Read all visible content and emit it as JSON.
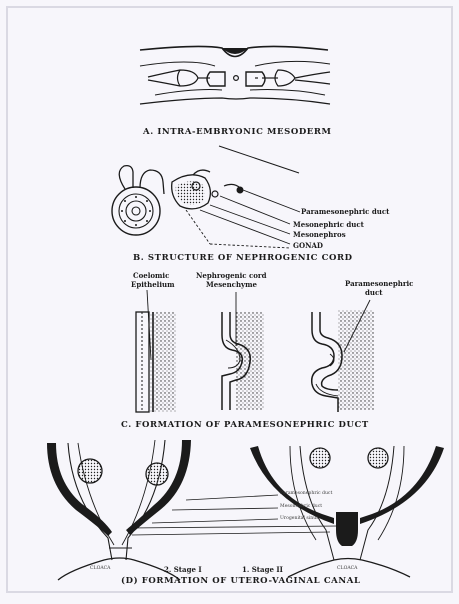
{
  "panel_a": {
    "caption": "A. INTRA-EMBRYONIC MESODERM"
  },
  "panel_b": {
    "caption": "B. STRUCTURE OF NEPHROGENIC CORD",
    "labels": [
      "Paramesonephric duct",
      "Mesonephric duct",
      "Mesonephros",
      "GONAD"
    ]
  },
  "panel_c": {
    "caption": "C. FORMATION OF PARAMESONEPHRIC DUCT",
    "label_coelomic_1": "Coelomic",
    "label_coelomic_2": "Epithelium",
    "label_nephro_1": "Nephrogenic cord",
    "label_nephro_2": "Mesenchyme",
    "label_pmd_1": "Paramesonephric",
    "label_pmd_2": "duct"
  },
  "panel_d": {
    "caption": "(D) FORMATION OF UTERO-VAGINAL CANAL",
    "stage_left": "2. Stage I",
    "stage_right": "1. Stage II",
    "cloaca_left": "CLOACA",
    "cloaca_right": "CLOACA",
    "labels": [
      "Paramesonephric duct",
      "Mesonephric duct",
      "Urogenital sinus"
    ]
  },
  "colors": {
    "ink": "#1b1b1b",
    "paper": "#f7f6fb",
    "border": "#dad9e3"
  }
}
